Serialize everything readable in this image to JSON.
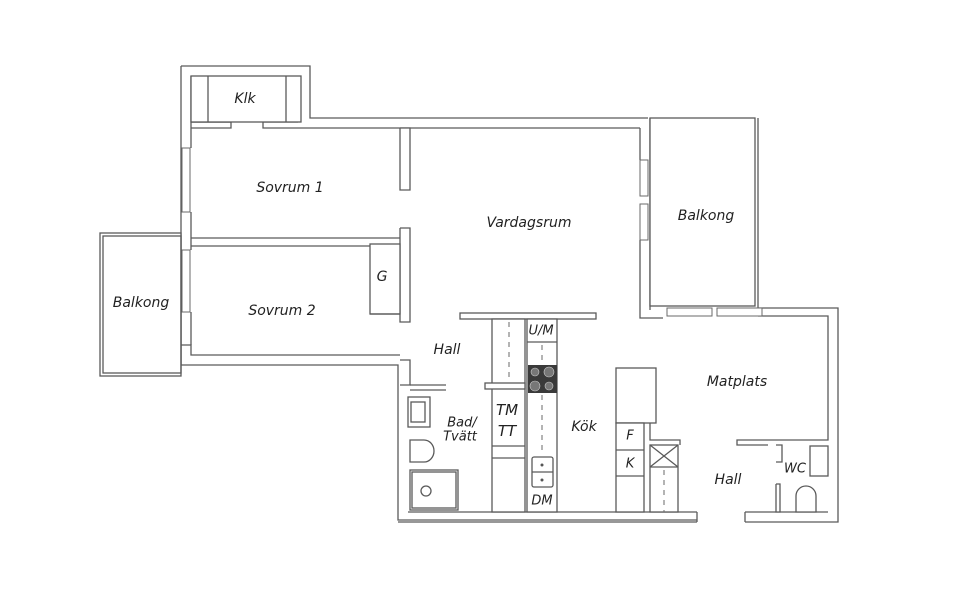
{
  "floorplan": {
    "rooms": {
      "klk": "Klk",
      "sovrum1": "Sovrum 1",
      "sovrum2": "Sovrum 2",
      "garderob": "G",
      "balkong_left": "Balkong",
      "vardagsrum": "Vardagsrum",
      "balkong_right": "Balkong",
      "hall_left": "Hall",
      "bad_line1": "Bad/",
      "bad_line2": "Tvätt",
      "kok": "Kök",
      "matplats": "Matplats",
      "hall_right": "Hall",
      "wc": "WC"
    },
    "appliances": {
      "um": "U/M",
      "tm": "TM",
      "tt": "TT",
      "dm": "DM",
      "f": "F",
      "k": "K"
    },
    "colors": {
      "wall": "#5a5a5a",
      "background": "#ffffff",
      "stove": "#3a3a3a"
    }
  }
}
